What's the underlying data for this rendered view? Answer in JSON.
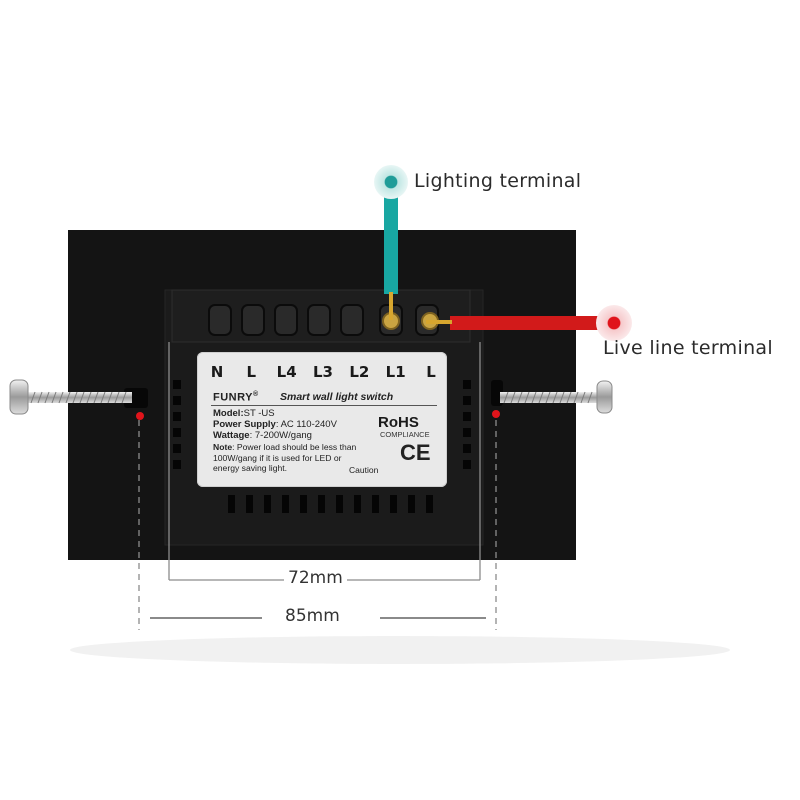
{
  "callouts": {
    "lighting_terminal": "Lighting terminal",
    "live_line_terminal": "Live line terminal"
  },
  "dimensions": {
    "inner_width": "72mm",
    "outer_width": "85mm"
  },
  "label": {
    "terminals": [
      "N",
      "L",
      "L4",
      "L3",
      "L2",
      "L1",
      "L"
    ],
    "brand": "FUNRY",
    "brand_mark": "®",
    "product_name": "Smart wall light switch",
    "model_label": "Model:",
    "model_value": "ST -US",
    "power_label": "Power Supply",
    "power_value": ": AC 110-240V",
    "wattage_label": "Wattage",
    "wattage_value": ": 7-200W/gang",
    "note_label": "Note",
    "note_text": ": Power load should be less than 100W/gang if it is used for LED or energy saving light.",
    "rohs": "RoHS",
    "rohs_sub": "COMPLIANCE",
    "ce": "CE",
    "caution": "Caution"
  },
  "colors": {
    "lighting_wire": "#18a7a2",
    "live_wire": "#d21a1a",
    "body": "#141414",
    "marker": "#e0141b"
  }
}
